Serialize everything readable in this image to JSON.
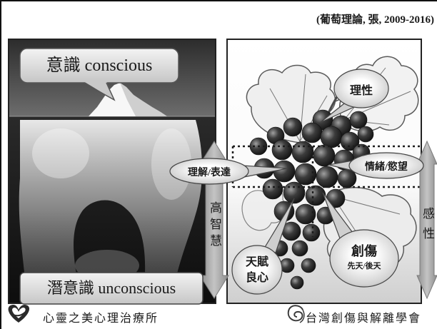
{
  "citation": "(葡萄理論, 張, 2009-2016)",
  "iceberg": {
    "conscious_label": "意識 conscious",
    "unconscious_label": "潛意識 unconscious"
  },
  "arrows": {
    "left_label": "高智慧",
    "right_label": "感性"
  },
  "grape": {
    "reason": "理性",
    "understand_express": "理解/表達",
    "emotion_desire": "情緒/慾望",
    "conscience_line1": "天賦",
    "conscience_line2": "良心",
    "trauma_title": "創傷",
    "trauma_sub": "先天/後天"
  },
  "footer": {
    "left_icon": "heart-logo-icon",
    "left_org": "心靈之美心理治療所",
    "right_icon": "swirl-logo-icon",
    "right_org": "台灣創傷與解離學會"
  },
  "colors": {
    "background": "#ffffff",
    "panel_border": "#222222",
    "arrow_fill": "#a6a6a6",
    "callout_fill": "#d6d6d6",
    "text": "#1a1a1a"
  }
}
